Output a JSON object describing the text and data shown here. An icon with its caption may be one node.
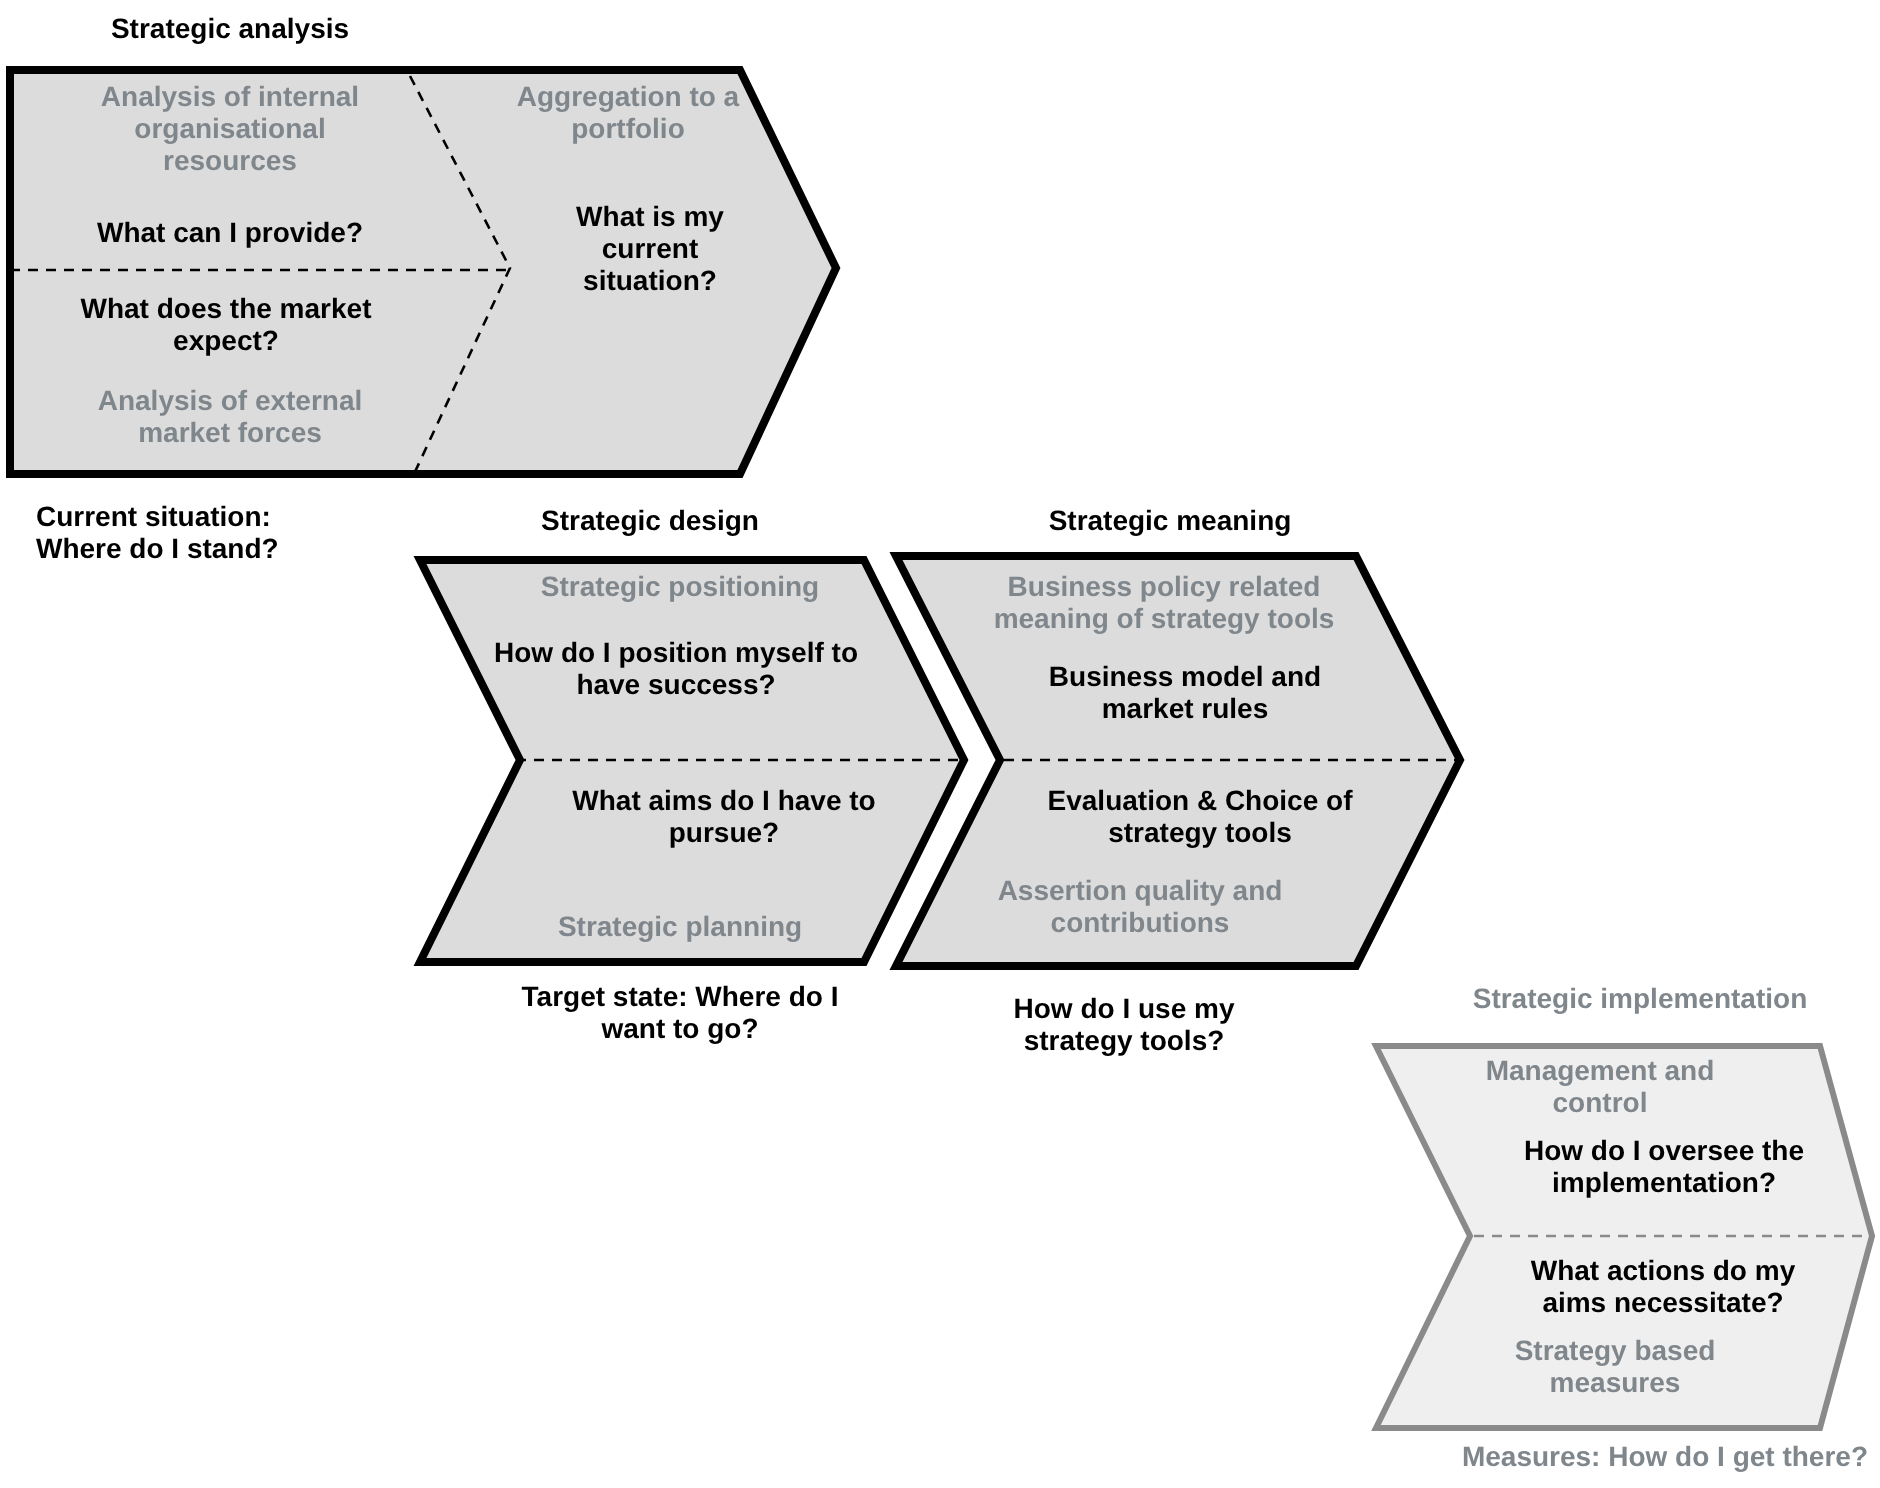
{
  "diagram": {
    "nodes": [
      {
        "text": [
          "Strategic analysis",
          "Analysis of internal organisational resources",
          "What can I provide?",
          "What does the market expect?",
          "Analysis of external market forces",
          "Aggregation to a portfolio",
          "What is my current situation?"
        ],
        "beside": [
          "Current situation: Where do I stand?"
        ]
      },
      {
        "text": [
          "Strategic design",
          "Strategic positioning",
          "How do I position myself to have success?",
          "What aims do I have to pursue?",
          "Strategic planning"
        ],
        "beside": [
          "Target state: Where do I want to go?"
        ]
      },
      {
        "text": [
          "Strategic meaning",
          "Business policy related meaning of strategy tools",
          "Business model and market rules",
          "Evaluation & Choice of strategy tools",
          "Assertion quality and contributions"
        ],
        "beside": [
          "How do I use my strategy tools?"
        ]
      },
      {
        "text": [
          "Strategic implementation",
          "Management and control",
          "How do I oversee the implementation?",
          "What actions do my aims necessitate?",
          "Strategy based measures"
        ],
        "beside": [
          "Measures: How do I get there?"
        ]
      }
    ],
    "edges": []
  }
}
